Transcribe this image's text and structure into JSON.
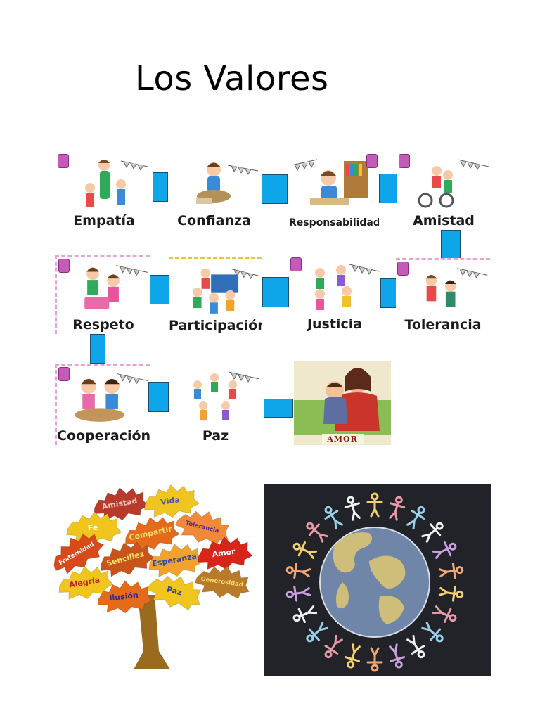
{
  "page": {
    "title": "Los Valores"
  },
  "values": [
    {
      "label": "Empatía"
    },
    {
      "label": "Confianza"
    },
    {
      "label": "Responsabilidad"
    },
    {
      "label": "Amistad"
    },
    {
      "label": "Respeto"
    },
    {
      "label": "Participación"
    },
    {
      "label": "Justicia"
    },
    {
      "label": "Tolerancia"
    },
    {
      "label": "Cooperación"
    },
    {
      "label": "Paz"
    },
    {
      "label": "AMOR"
    }
  ],
  "tree": {
    "leaves": [
      "Amistad",
      "Vida",
      "Fe",
      "Compartir",
      "Tolerancia",
      "Fraternidad",
      "Sencillez",
      "Esperanza",
      "Amor",
      "Alegría",
      "Ilusión",
      "Paz",
      "Generosidad"
    ]
  },
  "colors": {
    "connector": "#0ea5e9",
    "trunk": "#9a6a1f",
    "board": "#222328"
  }
}
